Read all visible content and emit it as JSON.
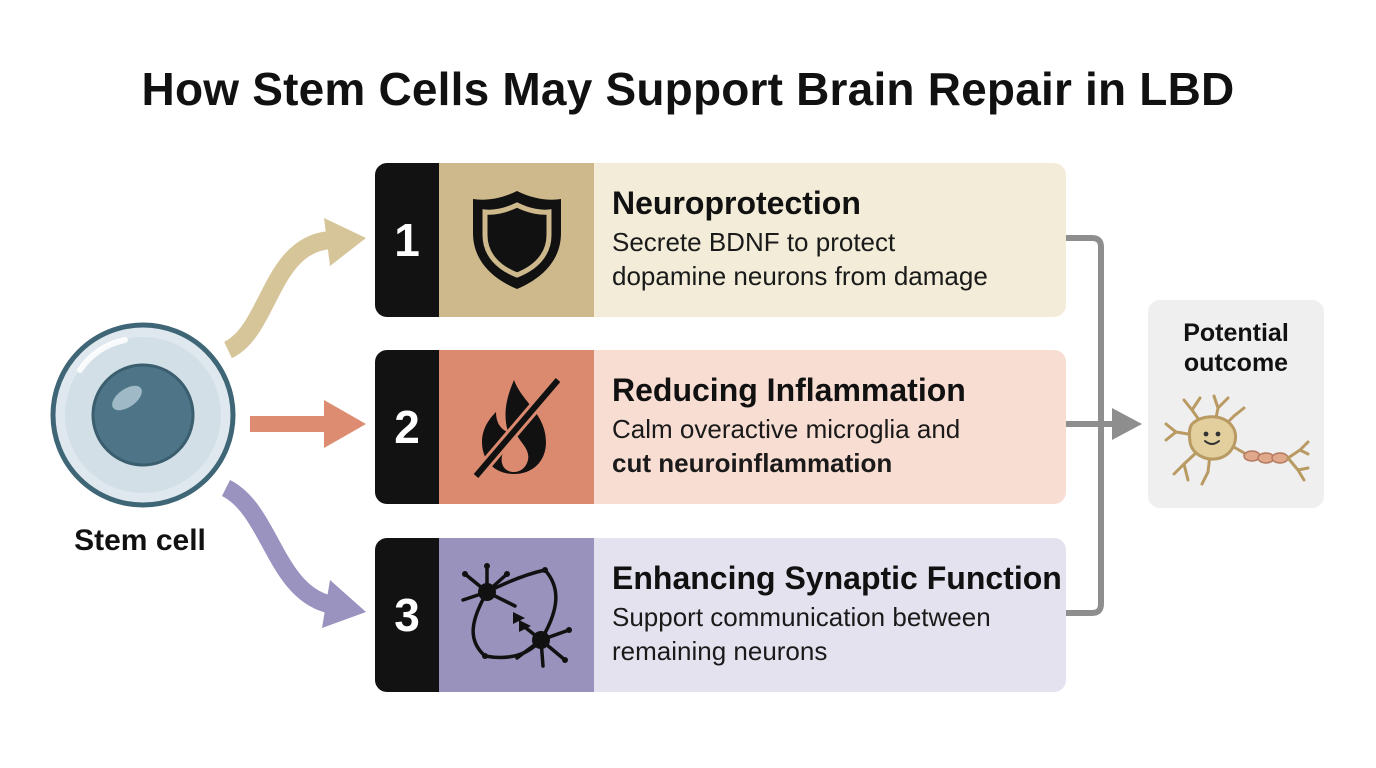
{
  "title": "How Stem Cells May Support Brain Repair in LBD",
  "stem_cell": {
    "label": "Stem cell"
  },
  "steps": [
    {
      "number": "1",
      "title": "Neuroprotection",
      "desc_lines": [
        "Secrete BDNF to protect",
        "dopamine neurons from damage"
      ],
      "icon": "shield-icon",
      "color": "#cdb98c",
      "bg": "#f2ecd9"
    },
    {
      "number": "2",
      "title": "Reducing Inflammation",
      "desc_line1": "Calm overactive microglia and",
      "desc_line2_bold": "cut neuroinflammation",
      "icon": "no-fire-icon",
      "color": "#db8a6f",
      "bg": "#f8ddd3"
    },
    {
      "number": "3",
      "title": "Enhancing Synaptic Function",
      "desc_lines": [
        "Support communication between",
        "remaining neurons"
      ],
      "icon": "neuron-network-icon",
      "color": "#9892bd",
      "bg": "#e4e2ee"
    }
  ],
  "outcome": {
    "label_lines": [
      "Potential",
      "outcome"
    ],
    "icon": "happy-neuron-icon"
  }
}
